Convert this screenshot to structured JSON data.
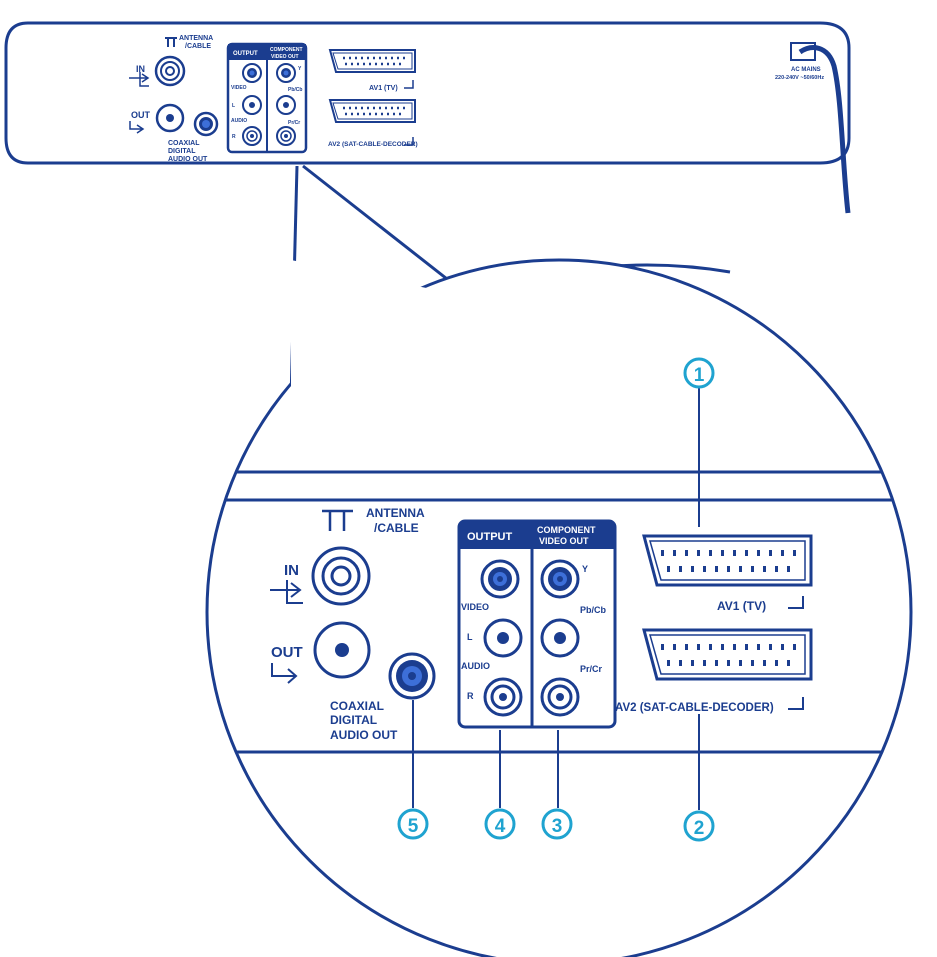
{
  "colors": {
    "line": "#1b3d8f",
    "callout": "#1fa3d0",
    "background": "#ffffff"
  },
  "panel": {
    "antenna_label_line1": "ANTENNA",
    "antenna_label_line2": "/CABLE",
    "in_label": "IN",
    "out_label": "OUT",
    "coaxial_line1": "COAXIAL",
    "coaxial_line2": "DIGITAL",
    "coaxial_line3": "AUDIO OUT",
    "output_header": "OUTPUT",
    "component_header_line1": "COMPONENT",
    "component_header_line2": "VIDEO OUT",
    "video_label": "VIDEO",
    "l_label": "L",
    "audio_label": "AUDIO",
    "r_label": "R",
    "y_label": "Y",
    "pb_label": "Pb/Cb",
    "pr_label": "Pr/Cr",
    "av1_label": "AV1 (TV)",
    "av2_label": "AV2 (SAT-CABLE-DECODER)",
    "ac_line1": "AC MAINS",
    "ac_line2": "220-240V ~50/60Hz"
  },
  "callouts": [
    "1",
    "2",
    "3",
    "4",
    "5"
  ]
}
